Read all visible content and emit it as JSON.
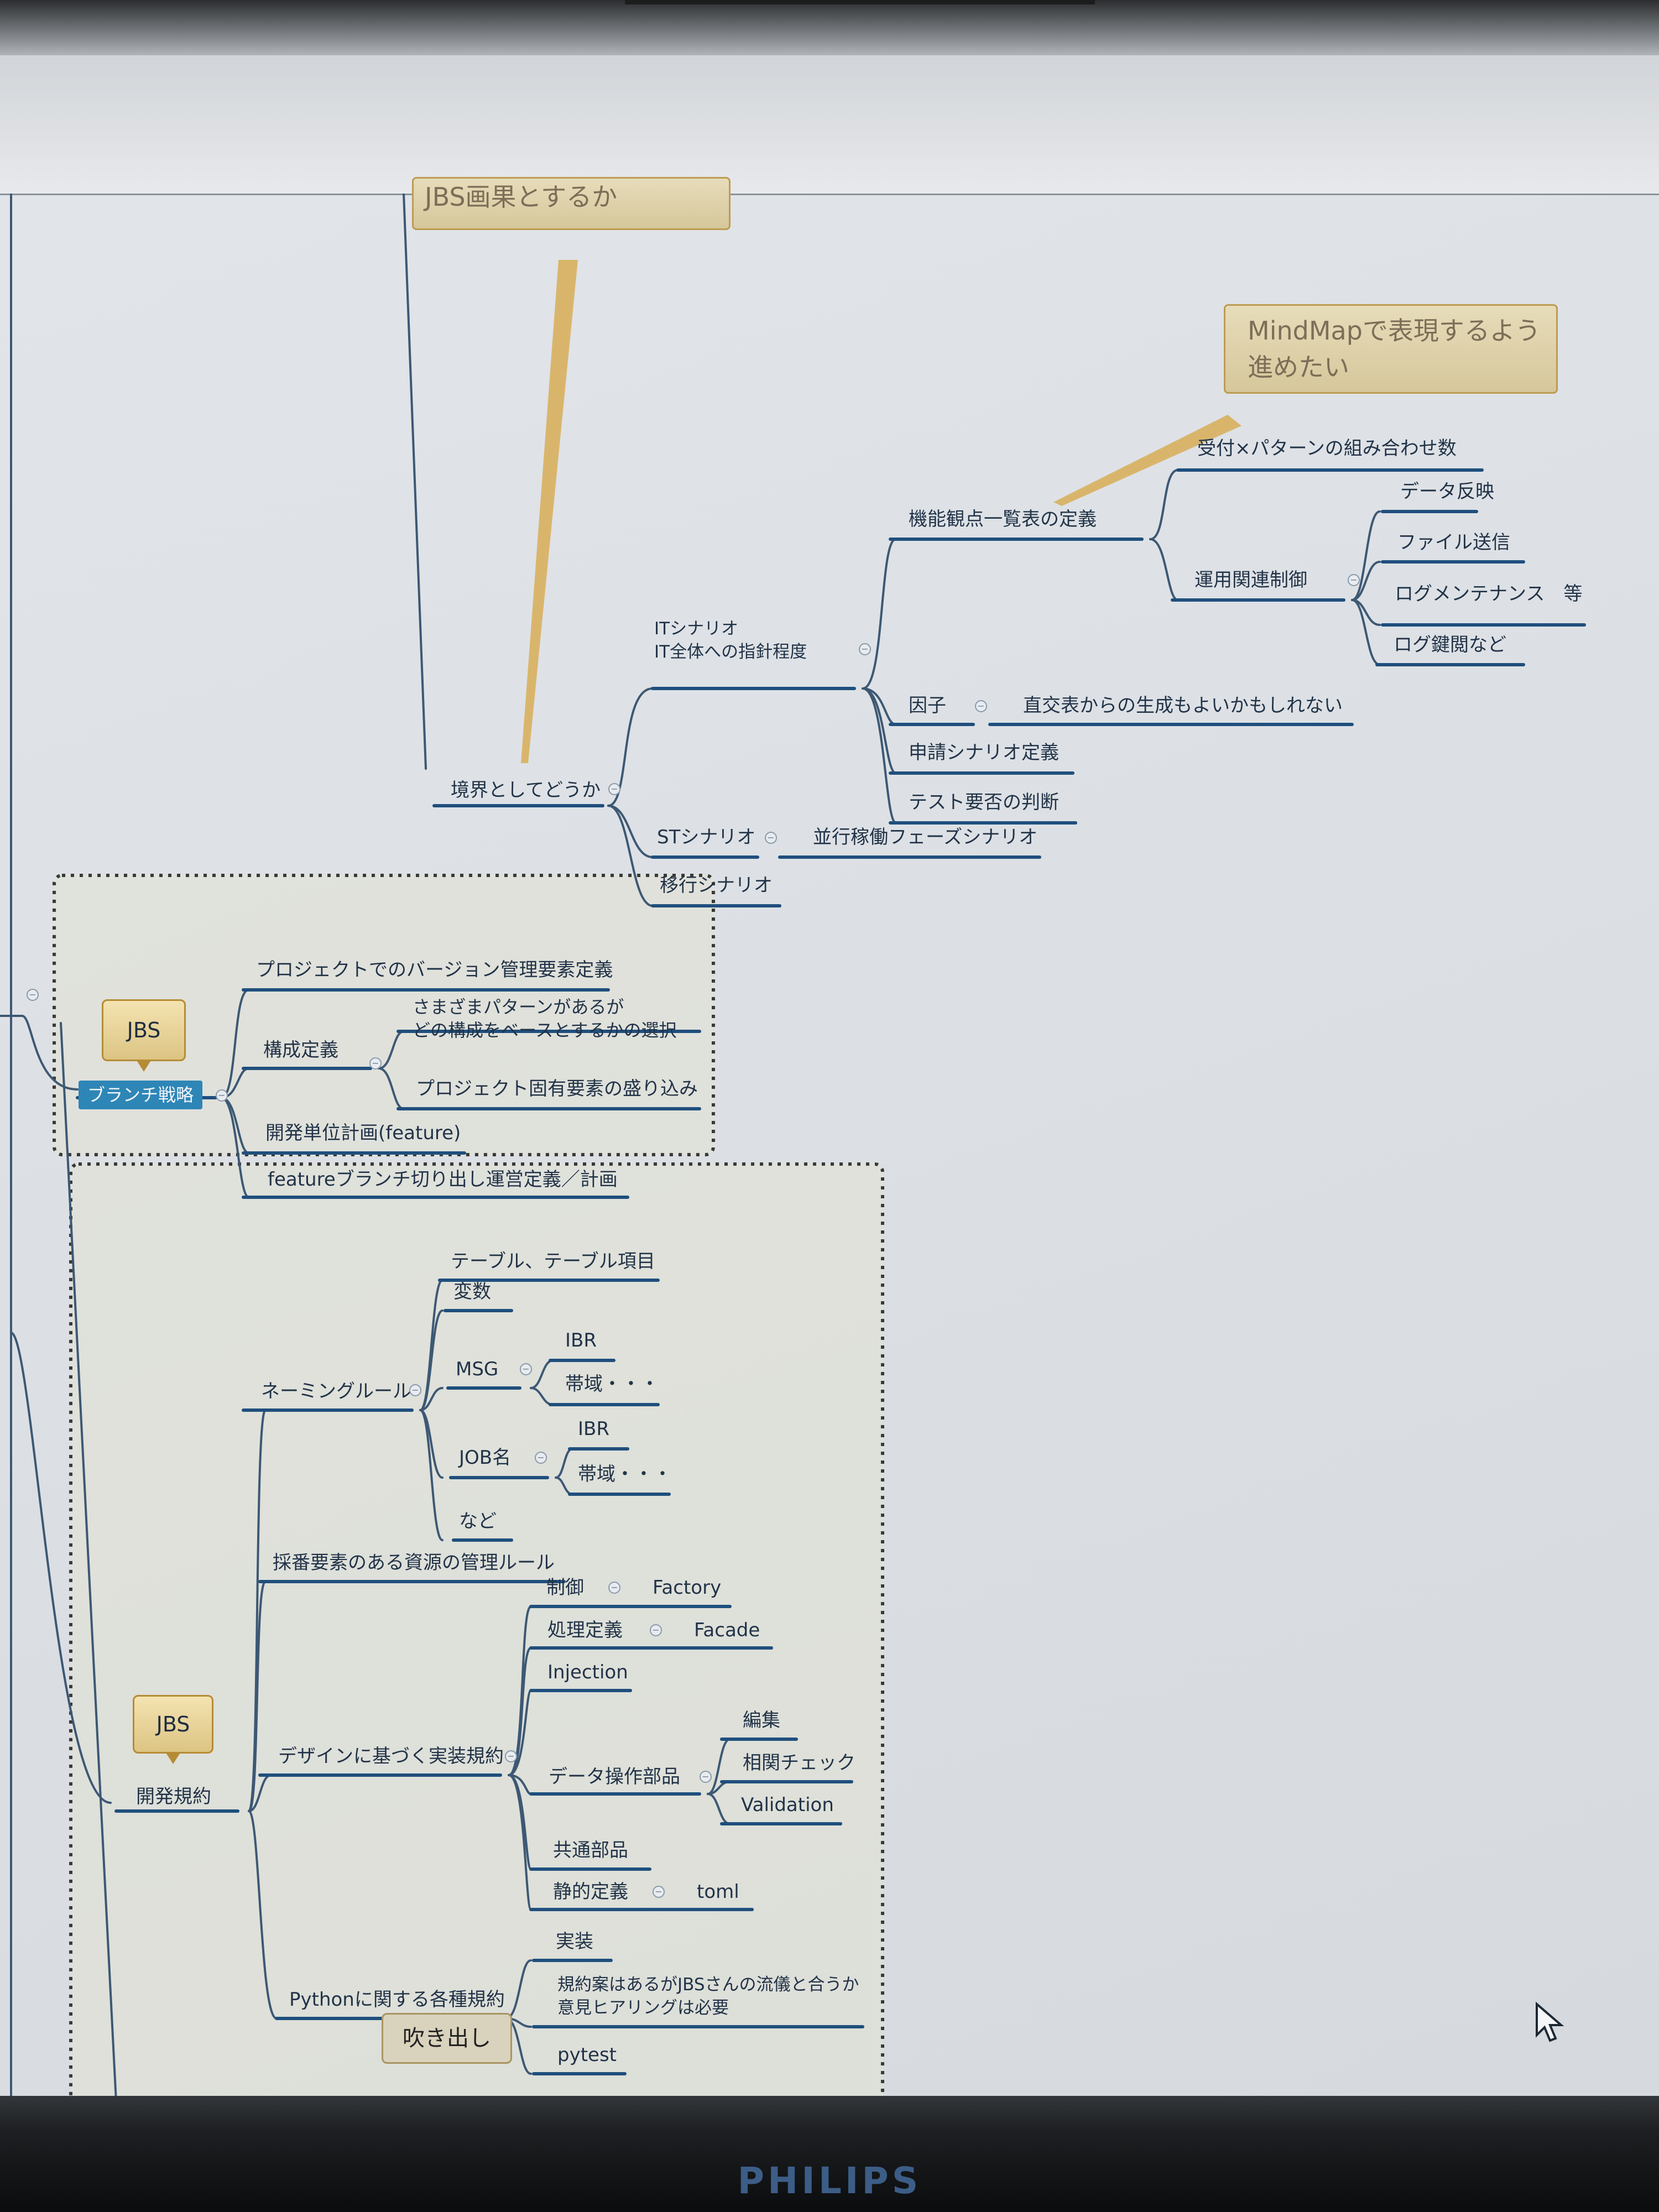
{
  "notes": {
    "top_partial": "JBS画果とするか",
    "mindmap": "MindMapで表現するよう\n進めたい"
  },
  "jbs_label": "JBS",
  "fukidashi": "吹き出し",
  "boundary": {
    "label": "境界としてどうか",
    "it_scenario": {
      "label": "ITシナリオ\nIT全体への指針程度",
      "function_list": {
        "label": "機能観点一覧表の定義",
        "children": [
          "受付×パターンの組み合わせ数"
        ],
        "ops": {
          "label": "運用関連制御",
          "children": [
            "データ反映",
            "ファイル送信",
            "ログメンテナンス　等",
            "ログ鍵閲など"
          ]
        }
      },
      "factor": {
        "label": "因子",
        "child": "直交表からの生成もよいかもしれない"
      },
      "application": "申請シナリオ定義",
      "test_judgement": "テスト要否の判断"
    },
    "st_scenario": {
      "label": "STシナリオ",
      "child": "並行稼働フェーズシナリオ"
    },
    "migration": "移行シナリオ"
  },
  "branch": {
    "label": "ブランチ戦略",
    "items": {
      "version_mgmt": "プロジェクトでのバージョン管理要素定義",
      "config": {
        "label": "構成定義",
        "children": [
          "さまざまパターンがあるが\nどの構成をベースとするかの選択",
          "プロジェクト固有要素の盛り込み"
        ]
      },
      "dev_unit": "開発単位計画(feature)",
      "feature_branch": "featureブランチ切り出し運営定義／計画"
    }
  },
  "dev_rules": {
    "label": "開発規約",
    "naming": {
      "label": "ネーミングルール",
      "table": "テーブル、テーブル項目",
      "variable": "変数",
      "msg": {
        "label": "MSG",
        "children": [
          "IBR",
          "帯域・・・"
        ]
      },
      "job": {
        "label": "JOB名",
        "children": [
          "IBR",
          "帯域・・・"
        ]
      },
      "etc": "など"
    },
    "numbering": "採番要素のある資源の管理ルール",
    "design": {
      "label": "デザインに基づく実装規約",
      "control": {
        "label": "制御",
        "child": "Factory"
      },
      "processing": {
        "label": "処理定義",
        "child": "Facade"
      },
      "injection": "Injection",
      "data_ops": {
        "label": "データ操作部品",
        "children": [
          "編集",
          "相関チェック",
          "Validation"
        ]
      },
      "common": "共通部品",
      "static": {
        "label": "静的定義",
        "child": "toml"
      }
    },
    "python": {
      "label": "Pythonに関する各種規約",
      "impl": "実装",
      "proposal": "規約案はあるがJBSさんの流儀と合うか\n意見ヒアリングは必要",
      "pytest": "pytest"
    }
  },
  "brand": "PHILIPS",
  "colors": {
    "branch_topic": "#2e86b7",
    "line": "#1f4f7d",
    "callout": "#d9b56c"
  }
}
